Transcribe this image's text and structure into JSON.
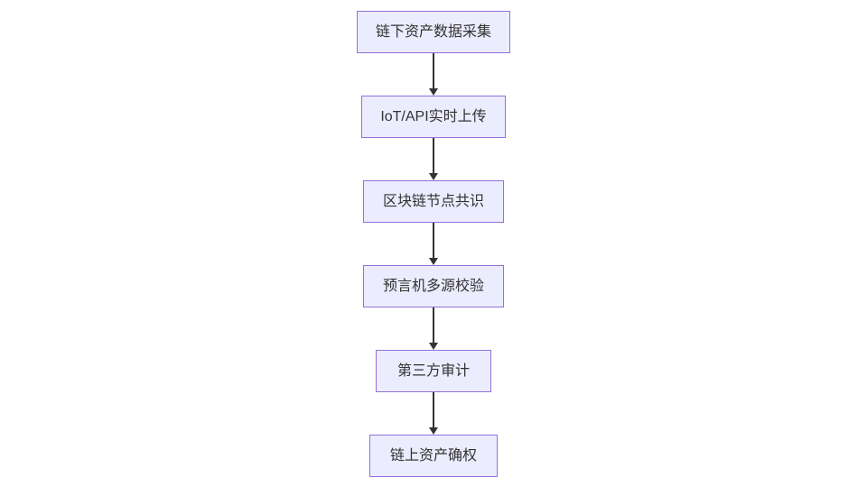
{
  "flowchart": {
    "direction": "top-down",
    "nodes": [
      {
        "id": "offchain-asset-data-collection",
        "label": "链下资产数据采集"
      },
      {
        "id": "iot-api-realtime-upload",
        "label": "IoT/API实时上传"
      },
      {
        "id": "blockchain-node-consensus",
        "label": "区块链节点共识"
      },
      {
        "id": "oracle-multisource-verification",
        "label": "预言机多源校验"
      },
      {
        "id": "third-party-audit",
        "label": "第三方审计"
      },
      {
        "id": "onchain-asset-confirmation",
        "label": "链上资产确权"
      }
    ],
    "edges": [
      {
        "from": 0,
        "to": 1
      },
      {
        "from": 1,
        "to": 2
      },
      {
        "from": 2,
        "to": 3
      },
      {
        "from": 3,
        "to": 4
      },
      {
        "from": 4,
        "to": 5
      }
    ],
    "colors": {
      "node_fill": "#ECECFF",
      "node_border": "#9370DB",
      "text": "#333333",
      "arrow": "#333333",
      "background": "#FFFFFF"
    }
  }
}
